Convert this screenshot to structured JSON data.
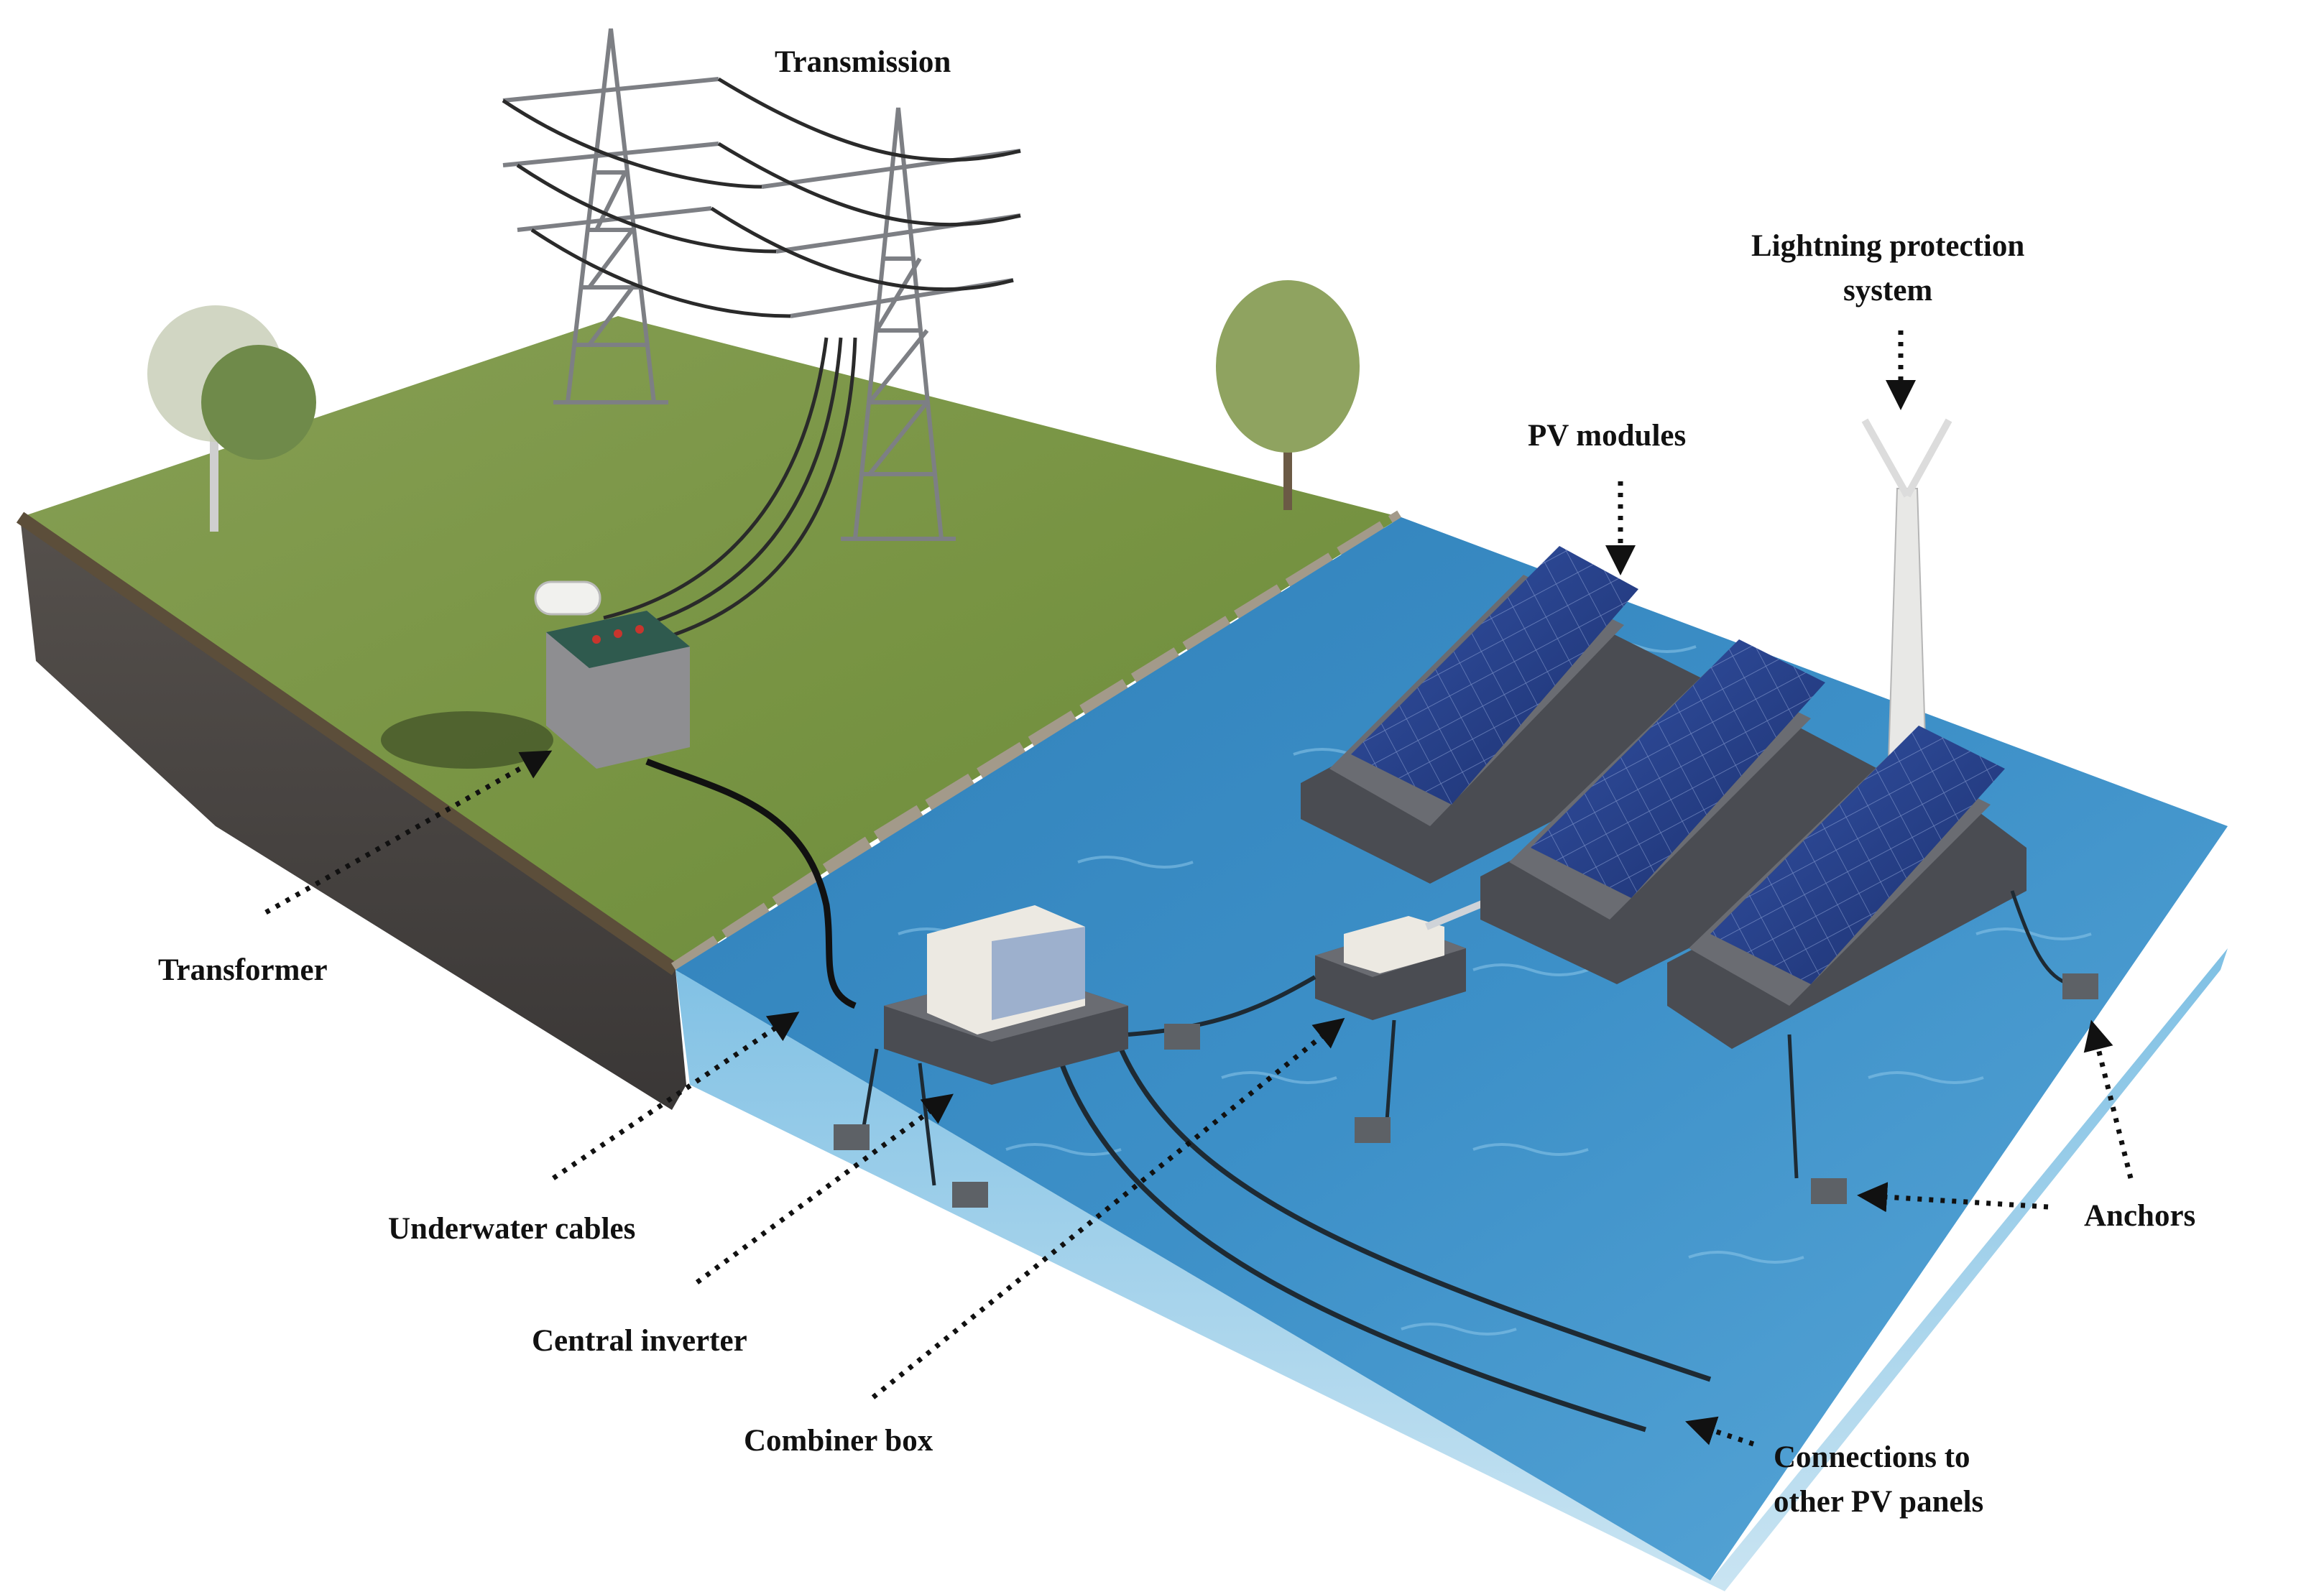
{
  "labels": {
    "transmission": "Transmission",
    "lightning_line1": "Lightning protection",
    "lightning_line2": "system",
    "pv_modules": "PV modules",
    "transformer": "Transformer",
    "underwater_cables": "Underwater cables",
    "central_inverter": "Central inverter",
    "combiner_box": "Combiner box",
    "anchors": "Anchors",
    "connections_line1": "Connections to",
    "connections_line2": "other PV panels"
  },
  "colors": {
    "grass": "#7d9a48",
    "soil": "#4a4644",
    "water": "#3f93c9",
    "panel": "#24408c",
    "float": "#4a4c52",
    "label_text": "#111111"
  }
}
